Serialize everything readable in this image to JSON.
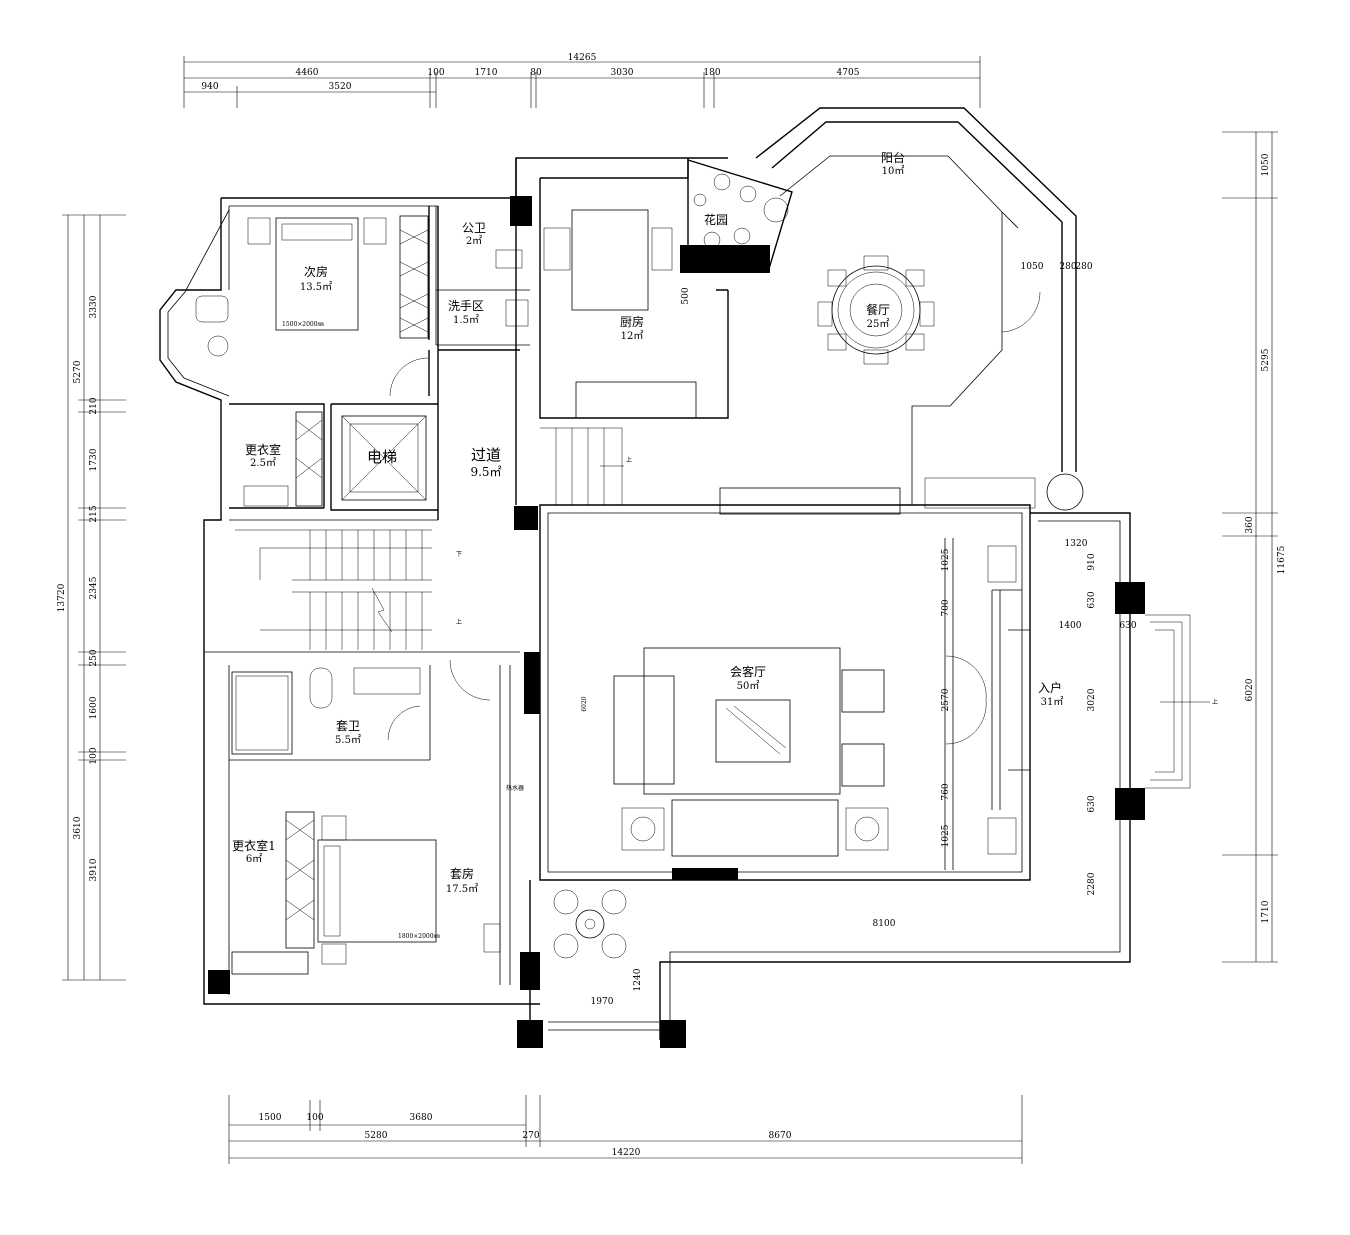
{
  "dimensions": {
    "top_overall": "14265",
    "top_row1": [
      "4460",
      "100",
      "1710",
      "80",
      "3030",
      "180",
      "4705"
    ],
    "top_row2": [
      "940",
      "3520"
    ],
    "left_overall": "13720",
    "left_a": [
      "3330",
      "210",
      "1730",
      "215",
      "2345",
      "250",
      "1600",
      "100",
      "3910"
    ],
    "left_b": [
      "5270",
      "3610"
    ],
    "right_overall": "11675",
    "right_a": [
      "1050",
      "5295",
      "1710"
    ],
    "right_b": [
      "360",
      "6020"
    ],
    "bottom_overall": "14220",
    "bottom_row1": [
      "1500",
      "100",
      "3680"
    ],
    "bottom_row2": [
      "5280",
      "270",
      "8670"
    ],
    "inner": [
      "1050",
      "280",
      "280",
      "500",
      "1320",
      "910",
      "630",
      "1400",
      "630",
      "3020",
      "630",
      "2280",
      "8100",
      "1240",
      "1970",
      "1025",
      "700",
      "2570",
      "760",
      "1025",
      "6020"
    ]
  },
  "rooms": {
    "balcony": {
      "name": "阳台",
      "area": "10㎡"
    },
    "garden": {
      "name": "花园"
    },
    "second_bedroom": {
      "name": "次房",
      "area": "13.5㎡",
      "bed": "1500×2000㎜"
    },
    "public_wc": {
      "name": "公卫",
      "area": "2㎡"
    },
    "wash_area": {
      "name": "洗手区",
      "area": "1.5㎡"
    },
    "kitchen": {
      "name": "厨房",
      "area": "12㎡"
    },
    "dining": {
      "name": "餐厅",
      "area": "25㎡"
    },
    "dressing_room": {
      "name": "更衣室",
      "area": "2.5㎡"
    },
    "elevator": {
      "name": "电梯"
    },
    "corridor": {
      "name": "过道",
      "area": "9.5㎡"
    },
    "living_room": {
      "name": "会客厅",
      "area": "50㎡"
    },
    "entrance": {
      "name": "入户",
      "area": "31㎡"
    },
    "suite_bath": {
      "name": "套卫",
      "area": "5.5㎡"
    },
    "dressing_room_1": {
      "name": "更衣室1",
      "area": "6㎡"
    },
    "master_bedroom": {
      "name": "套房",
      "area": "17.5㎡",
      "bed": "1800×2000㎜"
    }
  },
  "labels": {
    "up": "上",
    "down": "下",
    "water_heater": "热水器"
  }
}
